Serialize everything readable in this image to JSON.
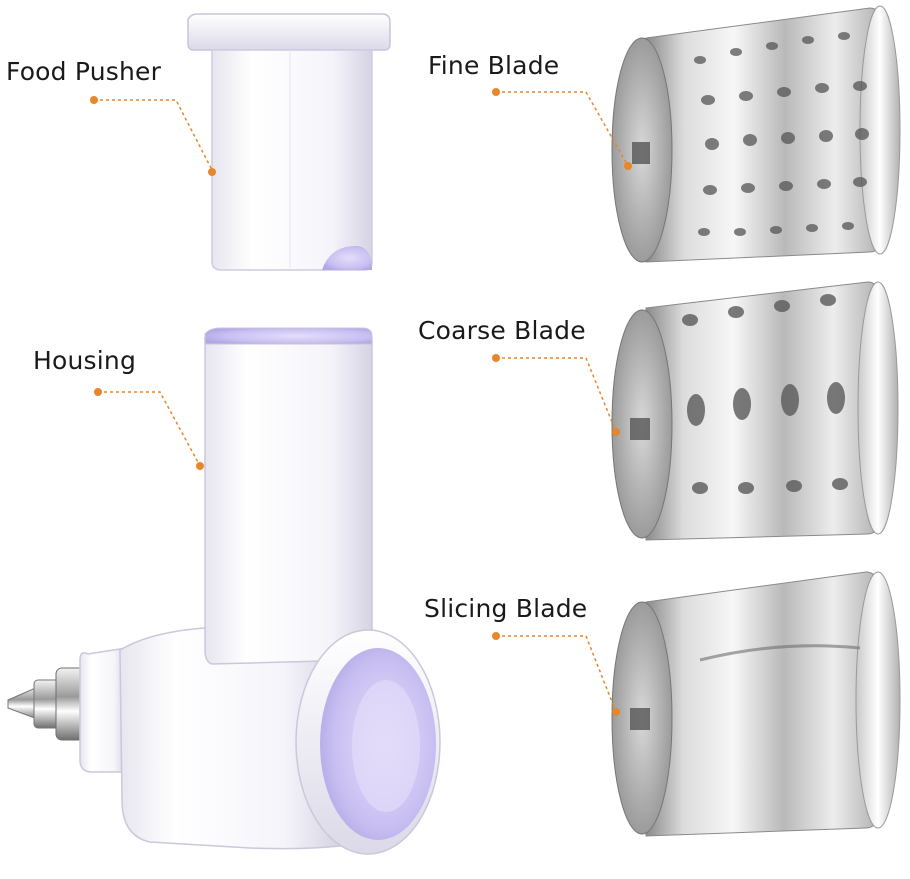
{
  "labels": {
    "food_pusher": "Food Pusher",
    "housing": "Housing",
    "fine_blade": "Fine Blade",
    "coarse_blade": "Coarse Blade",
    "slicing_blade": "Slicing Blade"
  },
  "colors": {
    "leader": "#e8862a",
    "plastic": "#f7f6fb",
    "plastic_shadow": "#d9d6e6",
    "inner_purple": "#c8c0f0",
    "steel_light": "#eeeeee",
    "steel_dark": "#7d7d7d"
  }
}
